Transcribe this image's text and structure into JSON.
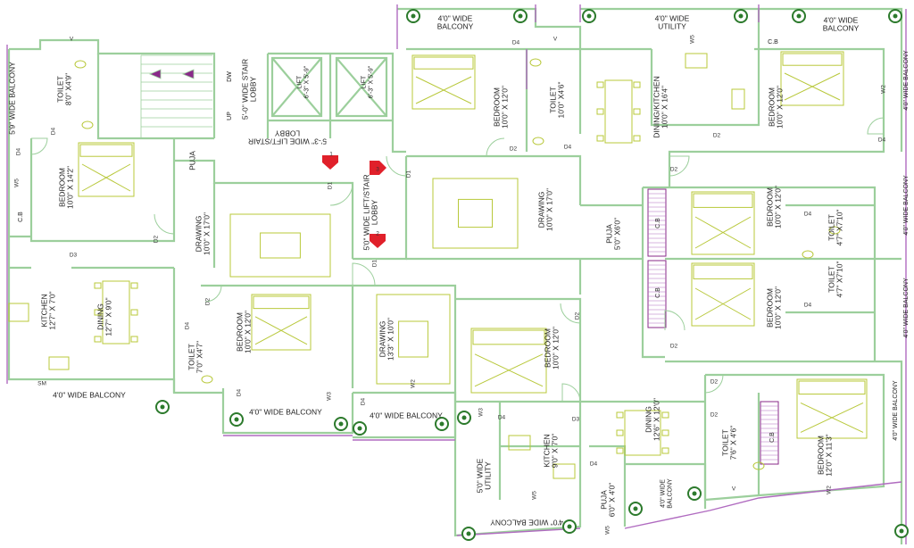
{
  "colors": {
    "wall": "#9ccf9c",
    "furniture": "#b8c83a",
    "boundary": "#b06bc0",
    "lift_arrow": "#e0202a",
    "text": "#1f1f1f",
    "tree": "#2c7a2c"
  },
  "rooms": {
    "balcony_5_9": "5'9\" WIDE BALCONY",
    "toilet_a": [
      "TOILET",
      "8'0\" X4'9\""
    ],
    "stair": [
      "5'-0\" WIDE STAIR",
      "LOBBY"
    ],
    "stair_dw": "DW",
    "stair_up": "UP",
    "lift_1": [
      "LIFT",
      "6'-3\" X 5'-9\""
    ],
    "lift_2": [
      "LIFT",
      "6'-3\" X 5'-9\""
    ],
    "lift_lobby_a": [
      "5'-3\" WIDE LIFT/STAIR",
      "LOBBY"
    ],
    "lift_lobby_b": [
      "5'0\" WIDE LIFT/STAIR",
      "LOBBY"
    ],
    "bedroom_a": [
      "BEDROOM",
      "10'0\" X 14'2\""
    ],
    "puja_a": "PUJA",
    "cb_a": "C.B",
    "drawing_a": [
      "DRAWING",
      "10'0\" X 17'0\""
    ],
    "kitchen_a": [
      "KITCHEN",
      "12'7\" X 7'0\""
    ],
    "dining_a": [
      "DINING",
      "12'7\" X 9'0\""
    ],
    "toilet_b": [
      "TOILET",
      "7'0\" X4'7\""
    ],
    "bedroom_b": [
      "BEDROOM",
      "10'0\" X 12'0\""
    ],
    "balcony_a": "4'0\" WIDE BALCONY",
    "balcony_b": "4'0\" WIDE BALCONY",
    "balcony_c": "4'0\" WIDE BALCONY",
    "drawing_b": [
      "DRAWING",
      "13'3\" X 10'0\""
    ],
    "bedroom_c": [
      "BEDROOM",
      "10'0\" X 12'0\""
    ],
    "balcony_top_1": [
      "4'0\" WIDE",
      "BALCONY"
    ],
    "bedroom_d": [
      "BEDROOM",
      "10'0\" X 12'0\""
    ],
    "toilet_c": [
      "TOILET",
      "10'0\" X4'6\""
    ],
    "utility_top": [
      "4'0\" WIDE",
      "UTILITY"
    ],
    "dining_kitchen": [
      "DINING/KITCHEN",
      "10'0\" X 16'4\""
    ],
    "balcony_top_2": [
      "4'0\" WIDE",
      "BALCONY"
    ],
    "bedroom_e": [
      "BEDROOM",
      "10'0\" X 12'0\""
    ],
    "cb_top": "C.B",
    "balcony_right_1": "4'0\" WIDE BALCONY",
    "drawing_c": [
      "DRAWING",
      "10'0\" X 17'0\""
    ],
    "puja_b": [
      "PUJA",
      "5'0\" X6'0\""
    ],
    "cb_b": "C.B",
    "cb_c": "C.B",
    "bedroom_f": [
      "BEDROOM",
      "10'0\" X 12'0\""
    ],
    "bedroom_g": [
      "BEDROOM",
      "10'0\" X 12'0\""
    ],
    "toilet_d": [
      "TOILET",
      "4'7\" X7'10\""
    ],
    "toilet_e": [
      "TOILET",
      "4'7\" X7'10\""
    ],
    "balcony_right_2": "4'0\" WIDE BALCONY",
    "balcony_right_3": "4'0\" WIDE BALCONY",
    "utility_bottom": [
      "5'0\" WIDE",
      "UTILITY"
    ],
    "kitchen_b": [
      "KITCHEN",
      "9'0\" X 7'0\""
    ],
    "dining_b": [
      "DINING",
      "12'6\" X 12'0\""
    ],
    "puja_c": [
      "PUJA",
      "6'0\" X 4'0\""
    ],
    "balcony_bottom_1": [
      "4'0\" WIDE",
      "BALCONY"
    ],
    "balcony_bottom_2": "4'0\" WIDE BALCONY",
    "toilet_f": [
      "TOILET",
      "7'6\" X 4'6\""
    ],
    "cb_d": "C.B",
    "bedroom_h": [
      "BEDROOM",
      "12'0\" X 11'3\""
    ],
    "balcony_right_4": "4'0\" WIDE BALCONY"
  },
  "tags": {
    "d1": "D1",
    "d2": "D2",
    "d3": "D3",
    "d4": "D4",
    "w2": "W2",
    "w3": "W3",
    "w5": "W5",
    "sm": "SM",
    "v": "V",
    "lift_n1": "1",
    "lift_n2": "2",
    "lift_n3": "3"
  }
}
